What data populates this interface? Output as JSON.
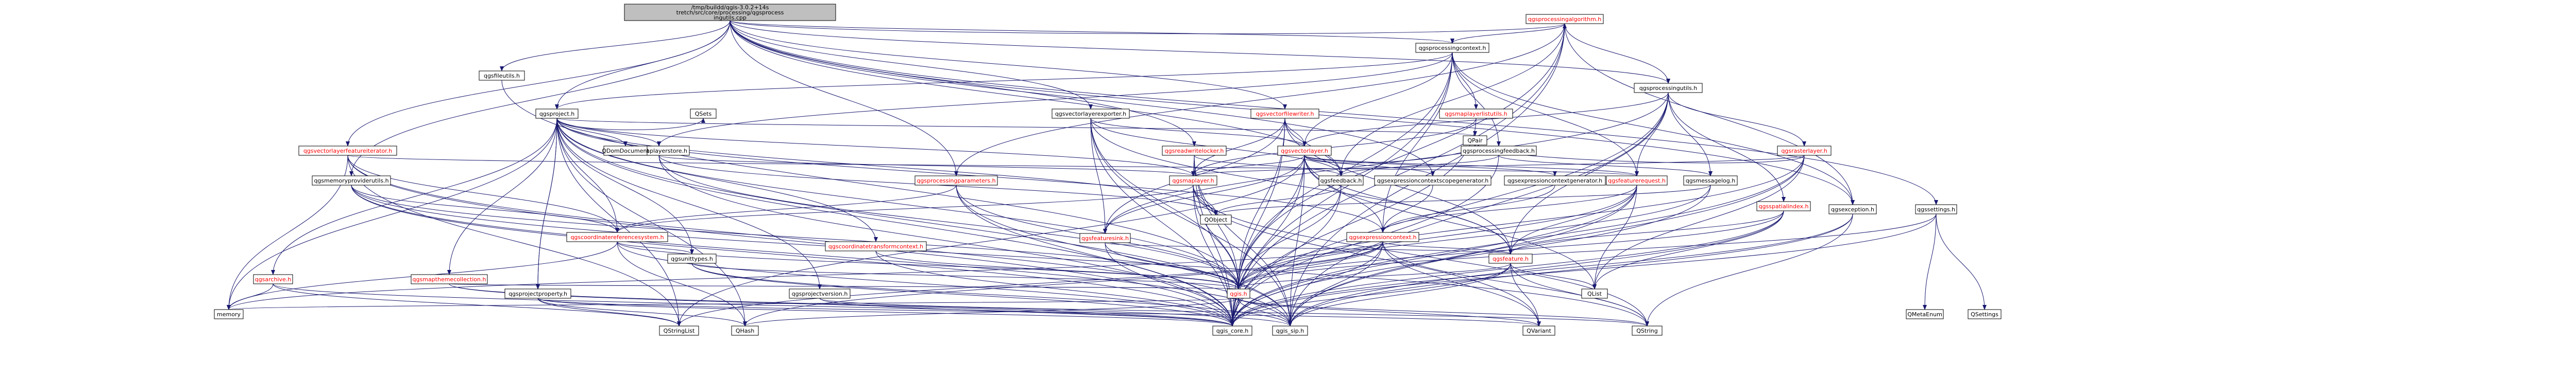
{
  "colors": {
    "root_fill": "#bfbfbf",
    "node_fill": "#ffffff",
    "border": "#000000",
    "text_normal": "#000000",
    "text_linked": "#ff0000",
    "edge": "#191970"
  },
  "nodes": [
    {
      "id": "root",
      "label": "/tmp/buildd/qgis-3.0.2+14stretch/src/core/processing/qgsprocessingutils.cpp",
      "red": false,
      "root": true
    },
    {
      "id": "qgsprocessingalgorithm",
      "label": "qgsprocessingalgorithm.h",
      "red": true
    },
    {
      "id": "qgsprocessingcontext",
      "label": "qgsprocessingcontext.h",
      "red": false
    },
    {
      "id": "qgsprocessingutils",
      "label": "qgsprocessingutils.h",
      "red": false
    },
    {
      "id": "qgsfileutils",
      "label": "qgsfileutils.h",
      "red": false
    },
    {
      "id": "qgsproject",
      "label": "qgsproject.h",
      "red": false
    },
    {
      "id": "qgsvectorlayerexporter",
      "label": "qgsvectorlayerexporter.h",
      "red": false
    },
    {
      "id": "qgsvectorfilewriter",
      "label": "qgsvectorfilewriter.h",
      "red": true
    },
    {
      "id": "qgsmaplayerlistutils",
      "label": "qgsmaplayerlistutils.h",
      "red": true
    },
    {
      "id": "qgsvectorlayerfeatureiterator",
      "label": "qgsvectorlayerfeatureiterator.h",
      "red": true
    },
    {
      "id": "qgsmemoryproviderutils",
      "label": "qgsmemoryproviderutils.h",
      "red": false
    },
    {
      "id": "qgsmaplayerstore",
      "label": "qgsmaplayerstore.h",
      "red": false
    },
    {
      "id": "qgsprocessingfeedback",
      "label": "qgsprocessingfeedback.h",
      "red": false
    },
    {
      "id": "qgsvectorlayer",
      "label": "qgsvectorlayer.h",
      "red": true
    },
    {
      "id": "qgsrasterlayer",
      "label": "qgsrasterlayer.h",
      "red": true
    },
    {
      "id": "qgsreadwritelocker",
      "label": "qgsreadwritelocker.h",
      "red": true
    },
    {
      "id": "qgsprocessingparameters",
      "label": "qgsprocessingparameters.h",
      "red": true
    },
    {
      "id": "qgsmaplayer",
      "label": "qgsmaplayer.h",
      "red": true
    },
    {
      "id": "qgsfeedback",
      "label": "qgsfeedback.h",
      "red": false
    },
    {
      "id": "qgsexpressioncontextscopegenerator",
      "label": "qgsexpressioncontextscopegenerator.h",
      "red": false
    },
    {
      "id": "qgsexpressioncontextgenerator",
      "label": "qgsexpressioncontextgenerator.h",
      "red": false
    },
    {
      "id": "qgsfeaturerequest",
      "label": "qgsfeaturerequest.h",
      "red": true
    },
    {
      "id": "qgsmessagelog",
      "label": "qgsmessagelog.h",
      "red": false
    },
    {
      "id": "qgsspatialindex",
      "label": "qgsspatialindex.h",
      "red": true
    },
    {
      "id": "qgsexception",
      "label": "qgsexception.h",
      "red": false
    },
    {
      "id": "qgssettings",
      "label": "qgssettings.h",
      "red": false
    },
    {
      "id": "qgscoordinatereferencesystem",
      "label": "qgscoordinatereferencesystem.h",
      "red": true
    },
    {
      "id": "qgsunittypes",
      "label": "qgsunittypes.h",
      "red": false
    },
    {
      "id": "qgscoordinatetransformcontext",
      "label": "qgscoordinatetransformcontext.h",
      "red": true
    },
    {
      "id": "qgsfeaturesink",
      "label": "qgsfeaturesink.h",
      "red": true
    },
    {
      "id": "qgsexpressioncontext",
      "label": "qgsexpressioncontext.h",
      "red": true
    },
    {
      "id": "qgsfeature",
      "label": "qgsfeature.h",
      "red": true
    },
    {
      "id": "qgsarchive",
      "label": "qgsarchive.h",
      "red": true
    },
    {
      "id": "qgsmapthemecollection",
      "label": "qgsmapthemecollection.h",
      "red": true
    },
    {
      "id": "qgsprojectproperty",
      "label": "qgsprojectproperty.h",
      "red": false
    },
    {
      "id": "qgsprojectversion",
      "label": "qgsprojectversion.h",
      "red": false
    },
    {
      "id": "qgis",
      "label": "qgis.h",
      "red": true
    },
    {
      "id": "qdomdocument",
      "label": "QDomDocument",
      "red": false
    },
    {
      "id": "qobject",
      "label": "QObject",
      "red": false
    },
    {
      "id": "qsetts",
      "label": "QSets",
      "red": false
    },
    {
      "id": "qpair",
      "label": "QPair",
      "red": false
    },
    {
      "id": "qmetaenum",
      "label": "QMetaEnum",
      "red": false
    },
    {
      "id": "qsettings",
      "label": "QSettings",
      "red": false
    },
    {
      "id": "qlist",
      "label": "QList",
      "red": false
    },
    {
      "id": "memory",
      "label": "memory",
      "red": false
    },
    {
      "id": "qstringlist",
      "label": "QStringList",
      "red": false
    },
    {
      "id": "qhash",
      "label": "QHash",
      "red": false
    },
    {
      "id": "qgis_core",
      "label": "qgis_core.h",
      "red": false
    },
    {
      "id": "qgis_sip",
      "label": "qgis_sip.h",
      "red": false
    },
    {
      "id": "qvariant",
      "label": "QVariant",
      "red": false
    },
    {
      "id": "qstring",
      "label": "QString",
      "red": false
    }
  ]
}
